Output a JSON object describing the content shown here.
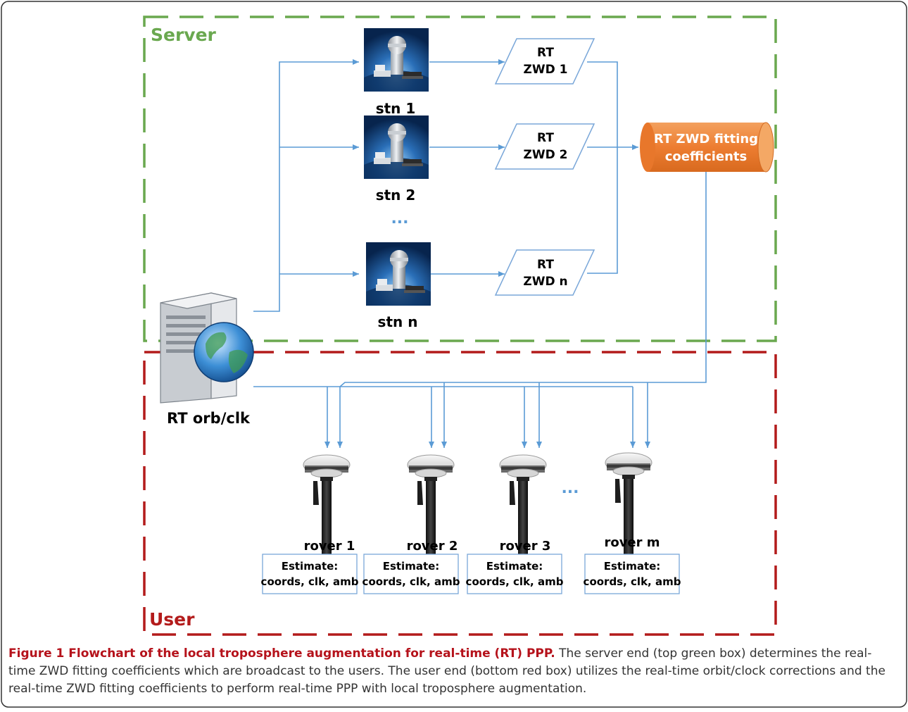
{
  "zones": {
    "server": {
      "label": "Server",
      "color": "#6aa84f"
    },
    "user": {
      "label": "User",
      "color": "#b31b1b"
    }
  },
  "stations": [
    {
      "label": "stn 1",
      "output": [
        "RT",
        "ZWD 1"
      ]
    },
    {
      "label": "stn 2",
      "output": [
        "RT",
        "ZWD 2"
      ]
    },
    {
      "label": "stn n",
      "output": [
        "RT",
        "ZWD n"
      ]
    }
  ],
  "stations_ellipsis": "...",
  "fitting": {
    "line1": "RT ZWD fitting",
    "line2": "coefficients",
    "color": "#ed7d31"
  },
  "server_machine": {
    "label": "RT orb/clk"
  },
  "rovers": [
    {
      "label": "rover 1",
      "estimate": [
        "Estimate:",
        "coords, clk, amb"
      ]
    },
    {
      "label": "rover 2",
      "estimate": [
        "Estimate:",
        "coords, clk, amb"
      ]
    },
    {
      "label": "rover 3",
      "estimate": [
        "Estimate:",
        "coords, clk, amb"
      ]
    },
    {
      "label": "rover m",
      "estimate": [
        "Estimate:",
        "coords, clk, amb"
      ]
    }
  ],
  "rovers_ellipsis": "...",
  "caption": {
    "title": "Figure 1 Flowchart of the local troposphere augmentation for real-time (RT) PPP.",
    "body": "The server end (top green box) determines the real-time ZWD fitting coefficients which are broadcast to the users. The user end (bottom red box) utilizes the real-time orbit/clock corrections and the real-time ZWD fitting coefficients to perform real-time PPP with local troposphere augmentation."
  },
  "colors": {
    "arrow": "#5b9bd5",
    "ellipsis": "#5b9bd5",
    "estimate_border": "#7aa7d9"
  }
}
